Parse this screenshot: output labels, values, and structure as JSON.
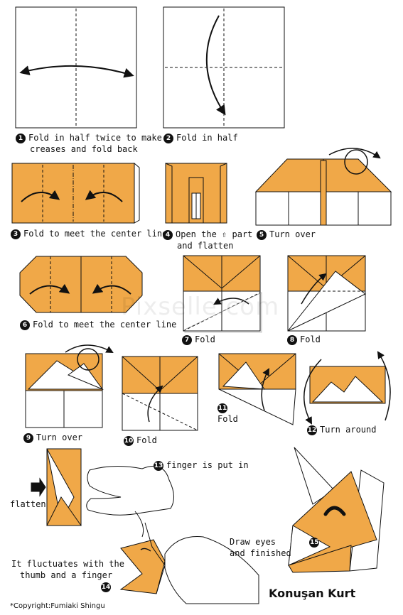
{
  "colors": {
    "paper": "#F0A848",
    "line": "#111111"
  },
  "steps": [
    {
      "num": "1",
      "text": "Fold in half twice to make",
      "text2": "creases and fold back"
    },
    {
      "num": "2",
      "text": "Fold in half"
    },
    {
      "num": "3",
      "text": "Fold to meet the center line"
    },
    {
      "num": "4",
      "text": "Open the ⇧ part",
      "text2": "and flatten"
    },
    {
      "num": "5",
      "text": "Turn over"
    },
    {
      "num": "6",
      "text": "Fold to meet the center line"
    },
    {
      "num": "7",
      "text": "Fold"
    },
    {
      "num": "8",
      "text": "Fold"
    },
    {
      "num": "9",
      "text": "Turn over"
    },
    {
      "num": "10",
      "text": "Fold"
    },
    {
      "num": "11",
      "text": "Fold"
    },
    {
      "num": "12",
      "text": "Turn around"
    },
    {
      "num": "13",
      "text": "finger is put in"
    },
    {
      "num": "14",
      "text": "It fluctuates with the",
      "text2": "thumb and a finger"
    },
    {
      "num": "15",
      "text": "Draw eyes",
      "text2": "and finished"
    }
  ],
  "flatten_label": "flatten",
  "title": "Konuşan Kurt",
  "copyright": "*Copyright:Fumiaki Shingu",
  "watermark": "Pixselle.com"
}
